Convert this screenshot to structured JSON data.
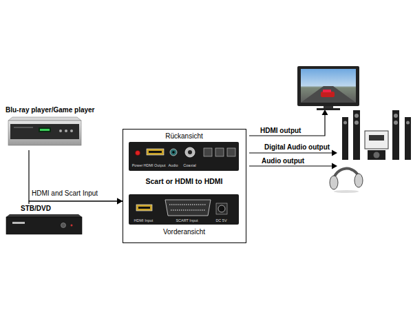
{
  "diagram": {
    "nodes": [
      {
        "text": [
          "Blu-ray player/Game player"
        ]
      },
      {
        "text": [
          "STB/DVD"
        ]
      },
      {
        "text": [
          "Rückansicht",
          "Scart or HDMI to HDMI",
          "Vorderansicht"
        ]
      },
      {
        "text": [
          "Power",
          "HDMI Output",
          "Audio",
          "Coaxial"
        ],
        "in": 2
      },
      {
        "text": [
          "HDMI Input",
          "SCART Input",
          "DC 5V"
        ],
        "in": 2
      }
    ],
    "edges": [
      {
        "from": 0,
        "to": 2,
        "arrow": "to",
        "label": "HDMI and Scart Input"
      },
      {
        "from": 1,
        "to": 2,
        "arrow": "to"
      }
    ],
    "labels": [
      "HDMI output",
      "Digital Audio output",
      "Audio output"
    ]
  }
}
